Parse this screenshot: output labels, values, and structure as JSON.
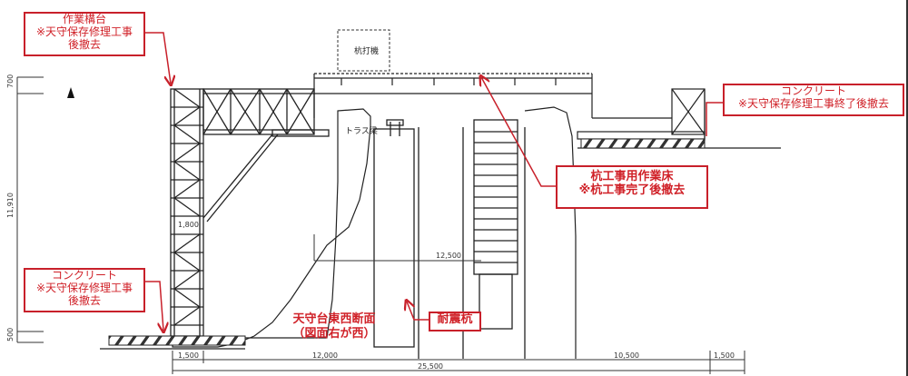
{
  "diagram": {
    "title": "天守台東西断面",
    "subtitle": "（図面右が西）",
    "callouts": {
      "work_platform": {
        "line1": "作業構台",
        "line2": "※天守保存修理工事",
        "line3": "後撤去"
      },
      "concrete_right": {
        "line1": "コンクリート",
        "line2": "※天守保存修理工事終了後撤去"
      },
      "pile_floor": {
        "line1": "杭工事用作業床",
        "line2": "※杭工事完了後撤去"
      },
      "concrete_left": {
        "line1": "コンクリート",
        "line2": "※天守保存修理工事",
        "line3": "後撤去"
      },
      "seismic_pile": {
        "line1": "耐震杭"
      }
    },
    "labels": {
      "pile_driver": "杭打機",
      "truss_beam": "トラス梁"
    },
    "dimensions": {
      "vertical_top": "700",
      "vertical_main": "11,910",
      "vertical_bottom": "500",
      "bottom_left": "1,500",
      "bottom_mid_left": "12,000",
      "bottom_total": "25,500",
      "bottom_mid_right": "10,500",
      "bottom_right": "1,500",
      "inner_span": "12,500",
      "tower_width": "1,800"
    },
    "colors": {
      "callout_red": "#d02128",
      "line": "#222222"
    }
  }
}
